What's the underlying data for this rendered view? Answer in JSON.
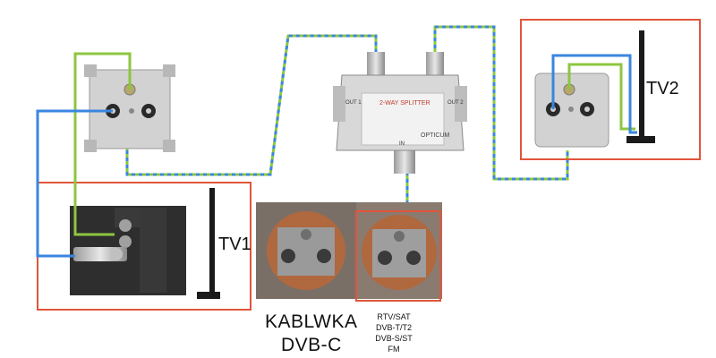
{
  "labels": {
    "tv1": "TV1",
    "tv2": "TV2",
    "socket_caption_line1": "KABLWKA",
    "socket_caption_line2": "DVB-C",
    "services": [
      "RTV/SAT",
      "DVB-T/T2",
      "DVB-S/ST",
      "FM"
    ]
  },
  "splitter": {
    "title": "2-WAY SPLITTER",
    "brand": "OPTICUM",
    "out1": "OUT 1",
    "out2": "OUT 2",
    "input": "IN"
  },
  "colors": {
    "frame_red": "#e0553a",
    "cable_green": "#8dc63f",
    "cable_blue": "#3a86e0",
    "socket_gray": "#c9c9c9",
    "tv_black": "#1a1a1a"
  }
}
